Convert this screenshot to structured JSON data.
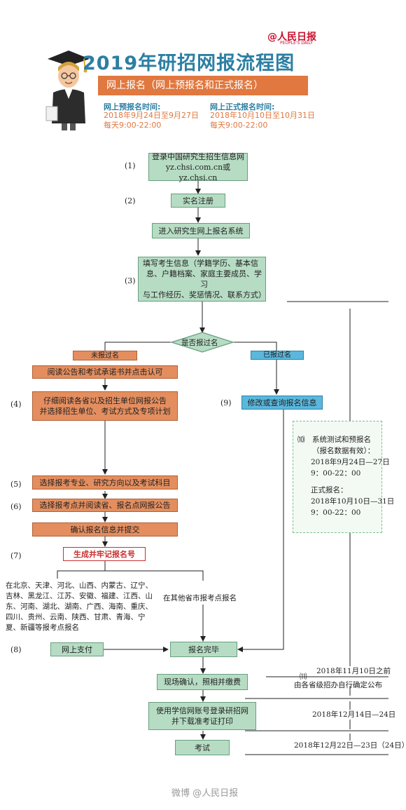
{
  "header": {
    "title": "2019年研招网报流程图",
    "banner": "网上报名（网上预报名和正式报名）",
    "logo_text": "@人民日报",
    "logo_sub": "PEOPLE'S DAILY",
    "pre_reg_title": "网上预报名时间:",
    "pre_reg_dates": "2018年9月24日至9月27日",
    "pre_reg_hours": "每天9:00-22:00",
    "formal_reg_title": "网上正式报名时间:",
    "formal_reg_dates": "2018年10月10日至10月31日",
    "formal_reg_hours": "每天9:00-22:00"
  },
  "steps": {
    "s1_num": "(1)",
    "s1_text_a": "登录中国研究生招生信息网",
    "s1_text_b": "yz.chsi.com.cn或yz.chsi.cn",
    "s2_num": "(2)",
    "s2_text": "实名注册",
    "enter_text": "进入研究生网上报名系统",
    "s3_num": "(3)",
    "s3_text_a": "填写考生信息（学籍学历、基本信",
    "s3_text_b": "息、户籍档案、家庭主要成员、学习",
    "s3_text_c": "与工作经历、奖惩情况、联系方式）",
    "decision": "是否报过名",
    "not_reported": "未报过名",
    "reported": "已报过名",
    "read_notice": "阅读公告和考试承诺书并点击认可",
    "s4_num": "(4)",
    "s4_text_a": "仔细阅读各省以及招生单位网报公告",
    "s4_text_b": "并选择招生单位、考试方式及专项计划",
    "s9_num": "(9)",
    "s9_text": "修改或查询报名信息",
    "s10_num": "⑽",
    "s10_a": "系统测试和预报名",
    "s10_b": "（报名数据有效）：",
    "s10_c": "2018年9月24日—27日",
    "s10_d": "9：00-22：00",
    "s10_e": "正式报名：",
    "s10_f": "2018年10月10日—31日",
    "s10_g": "9：00-22：00",
    "s5_num": "(5)",
    "s5_text": "选择报考专业、研究方向以及考试科目",
    "s6_num": "(6)",
    "s6_text": "选择报考点并阅读省、报名点网报公告",
    "confirm_text": "确认报名信息并提交",
    "s7_num": "(7)",
    "s7_text": "生成并牢记报名号",
    "regions_a": "在北京、天津、河北、山西、内蒙古、辽宁、",
    "regions_b": "吉林、黑龙江、江苏、安徽、福建、江西、山",
    "regions_c": "东、河南、湖北、湖南、广西、海南、重庆、",
    "regions_d": "四川、贵州、云南、陕西、甘肃、青海、宁",
    "regions_e": "夏、新疆等报考点报名",
    "other_regions": "在其他省市报考点报名",
    "s8_num": "(8)",
    "pay_text": "网上支付",
    "done_text": "报名完毕",
    "onsite_text": "现场确认，照相并缴费",
    "s11_num": "⑾",
    "s11_a": "2018年11月10日之前",
    "s11_b": "由各省级招办自行确定公布",
    "print_a": "使用学信网账号登录研招网",
    "print_b": "并下载准考证打印",
    "print_date": "2018年12月14日—24日",
    "exam_text": "考试",
    "exam_date": "2018年12月22日—23日（24日）"
  },
  "watermark": "微博 @人民日报",
  "colors": {
    "title": "#2c7fa3",
    "banner": "#e0783f",
    "green_box": "#b7dcc4",
    "orange_box": "#e48e5f",
    "blue_box": "#5bb7dc",
    "red_text": "#c93030"
  }
}
